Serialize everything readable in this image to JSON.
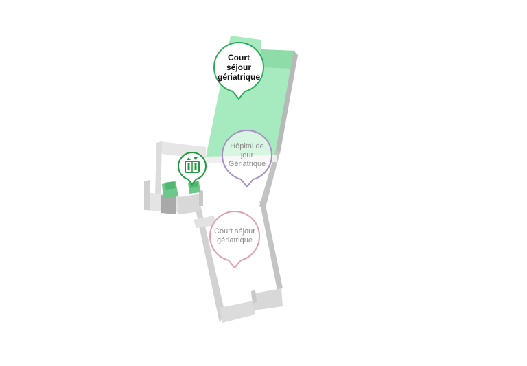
{
  "map": {
    "colors": {
      "wall_top": "#f4f4f4",
      "wall_side": "#c9c9c9",
      "wall_dark": "#a8a8a8",
      "selected_fill": "#8fe6ad",
      "selected_shadow": "#72cf92",
      "elevator_green": "#1f9a3e"
    },
    "pins": [
      {
        "id": "court-sejour-top",
        "label": "Court séjour gériatrique",
        "state": "selected",
        "color": "#2dab5a"
      },
      {
        "id": "hopital-de-jour",
        "label": "Hôpital de jour Gériatrique",
        "state": "default",
        "color": "#a88fc6"
      },
      {
        "id": "court-sejour-bottom",
        "label": "Court séjour gériatrique",
        "state": "default",
        "color": "#e3a0ab"
      }
    ],
    "elevator": {
      "icon": "elevator-icon",
      "color": "#1f9a3e"
    }
  }
}
